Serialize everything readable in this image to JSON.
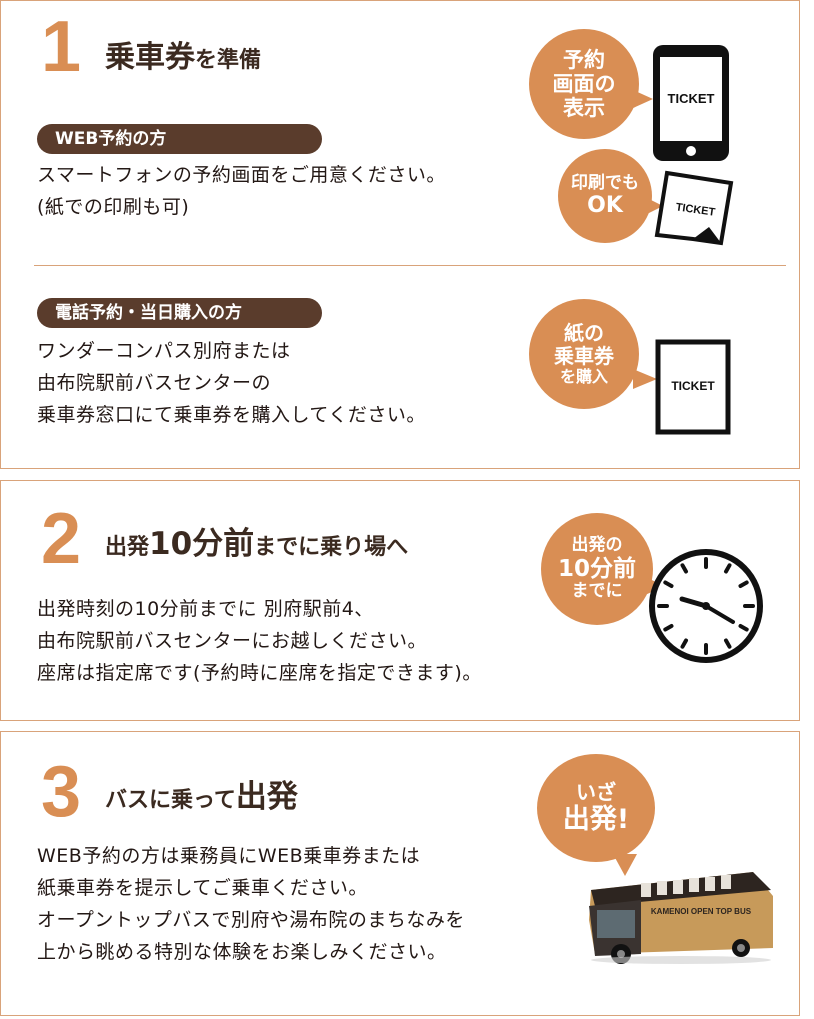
{
  "colors": {
    "accent": "#d98e54",
    "pill": "#5a3c2c",
    "border": "#d9a37a",
    "text": "#231815"
  },
  "step1": {
    "number": "1",
    "title_main": "乗車券",
    "title_rest": "を準備",
    "web": {
      "pill": "WEB予約の方",
      "line1": "スマートフォンの予約画面をご用意ください。",
      "line2": "(紙での印刷も可)",
      "bubble_screen": [
        "予約",
        "画面の",
        "表示"
      ],
      "bubble_print": [
        "印刷でも",
        "OK"
      ],
      "phone_ticket": "TICKET",
      "paper_ticket": "TICKET",
      "phone_icon": "smartphone-icon",
      "paper_icon": "printed-ticket-icon"
    },
    "phone": {
      "pill": "電話予約・当日購入の方",
      "line1": "ワンダーコンパス別府または",
      "line2": "由布院駅前バスセンターの",
      "line3": "乗車券窓口にて乗車券を購入してください。",
      "bubble": [
        "紙の",
        "乗車券",
        "を購入"
      ],
      "ticket": "TICKET",
      "ticket_icon": "paper-ticket-icon"
    }
  },
  "step2": {
    "number": "2",
    "title_a": "出発",
    "title_b": "10分前",
    "title_c": "までに乗り場へ",
    "line1": "出発時刻の10分前までに 別府駅前4、",
    "line2": "由布院駅前バスセンターにお越しください。",
    "line3": "座席は指定席です(予約時に座席を指定できます)。",
    "bubble": [
      "出発の",
      "10分前",
      "までに"
    ],
    "clock_icon": "clock-icon"
  },
  "step3": {
    "number": "3",
    "title_a": "バスに乗って",
    "title_b": "出発",
    "line1": "WEB予約の方は乗務員にWEB乗車券または",
    "line2": "紙乗車券を提示してご乗車ください。",
    "line3": "オープントップバスで別府や湯布院のまちなみを",
    "line4": "上から眺める特別な体験をお楽しみください。",
    "bubble": [
      "いざ",
      "出発!"
    ],
    "bus_sign": "KAMENOI OPEN TOP BUS",
    "bus_icon": "open-top-bus-icon"
  }
}
